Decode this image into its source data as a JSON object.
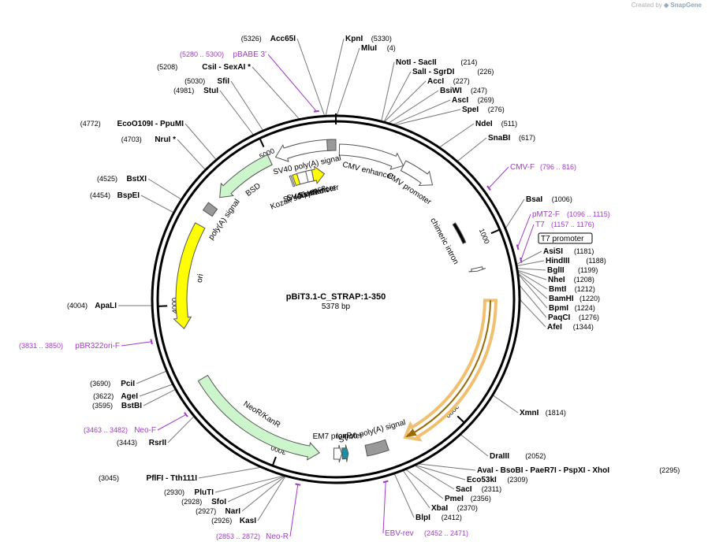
{
  "credit": {
    "prefix": "Created by",
    "brand": "SnapGene"
  },
  "plasmid": {
    "name": "pBiT3.1-C_STRAP:1-350",
    "length_label": "5378 bp",
    "length": 5378
  },
  "ticks": [
    {
      "bp": 1000,
      "label": "1000"
    },
    {
      "bp": 2000,
      "label": "2000"
    },
    {
      "bp": 3000,
      "label": "3000"
    },
    {
      "bp": 4000,
      "label": "4000"
    },
    {
      "bp": 5000,
      "label": "5000"
    }
  ],
  "features": [
    {
      "name": "CMV enhancer",
      "start": 20,
      "end": 400,
      "shape": "arrow",
      "dir": 1,
      "color": "#ffffff",
      "label": "CMV enhancer"
    },
    {
      "name": "CMV promoter",
      "start": 400,
      "end": 600,
      "shape": "arrow",
      "dir": 1,
      "color": "#ffffff",
      "label": "CMV promoter"
    },
    {
      "name": "chimeric intron",
      "start": 857,
      "end": 990,
      "shape": "bar",
      "dir": 0,
      "color": "#000000",
      "label": "chimeric intron"
    },
    {
      "name": "T7 promoter",
      "start": 1157,
      "end": 1176,
      "shape": "arrow",
      "dir": 1,
      "color": "#ffffff",
      "label": ""
    },
    {
      "name": "insert",
      "start": 1350,
      "end": 2290,
      "shape": "arrow",
      "dir": 1,
      "color": "#f5a623",
      "label": ""
    },
    {
      "name": "SV40 poly(A) signal",
      "start": 2400,
      "end": 2520,
      "shape": "box",
      "dir": 0,
      "color": "#999999",
      "label": "SV40 poly(A) signal"
    },
    {
      "name": "loxP",
      "start": 2620,
      "end": 2654,
      "shape": "arrow",
      "dir": -1,
      "color": "#1a8fa0",
      "label": "loxP"
    },
    {
      "name": "EM7 promoter",
      "start": 2656,
      "end": 2700,
      "shape": "arrow",
      "dir": -1,
      "color": "#ffffff",
      "label": "EM7 promoter"
    },
    {
      "name": "NeoR/KanR",
      "start": 2780,
      "end": 3575,
      "shape": "arrow",
      "dir": -1,
      "color": "#ccf5cc",
      "label": "NeoR/KanR"
    },
    {
      "name": "ori",
      "start": 3870,
      "end": 4460,
      "shape": "arrow",
      "dir": -1,
      "color": "#ffff00",
      "label": "ori"
    },
    {
      "name": "poly(A) signal",
      "start": 4540,
      "end": 4590,
      "shape": "box",
      "dir": 0,
      "color": "#999999",
      "label": "poly(A) signal"
    },
    {
      "name": "BSD",
      "start": 4650,
      "end": 5000,
      "shape": "arrow",
      "dir": -1,
      "color": "#ccf5cc",
      "label": "BSD"
    },
    {
      "name": "SV40 poly(A) signal 2",
      "start": 5035,
      "end": 5360,
      "shape": "arrow",
      "dir": -1,
      "color": "#ffffff",
      "label": "SV40 poly(A) signal"
    },
    {
      "name": "SV40 polyA box",
      "start": 5330,
      "end": 5378,
      "shape": "box",
      "dir": 0,
      "color": "#999999",
      "label": ""
    },
    {
      "name": "SV40 promoter",
      "start": 5090,
      "end": 5300,
      "shape": "arrow",
      "dir": 1,
      "color": "#ffff00",
      "label": "SV40 promoter"
    },
    {
      "name": "SV40 enhancer",
      "start": 5120,
      "end": 5220,
      "shape": "box",
      "dir": 0,
      "color": "#ffffff",
      "label": "SV40 enhancer"
    },
    {
      "name": "SV40 ori",
      "start": 5180,
      "end": 5220,
      "shape": "box",
      "dir": 0,
      "color": "#ffffff",
      "label": "SV40 ori"
    },
    {
      "name": "Kozak sequence",
      "start": 5070,
      "end": 5080,
      "shape": "box",
      "dir": 0,
      "color": "#ffffff",
      "label": "Kozak sequence"
    }
  ],
  "enzymes": [
    {
      "name": "Acc65I",
      "pos": "(5326)",
      "bp": 5326
    },
    {
      "name": "KpnI",
      "pos": "(5330)",
      "bp": 5330
    },
    {
      "name": "MluI",
      "pos": "(4)",
      "bp": 4
    },
    {
      "name": "NotI - SacII",
      "pos": "(214)",
      "bp": 214
    },
    {
      "name": "SalI - SgrDI",
      "pos": "(226)",
      "bp": 226
    },
    {
      "name": "AccI",
      "pos": "(227)",
      "bp": 227
    },
    {
      "name": "BsiWI",
      "pos": "(247)",
      "bp": 247
    },
    {
      "name": "AscI",
      "pos": "(269)",
      "bp": 269
    },
    {
      "name": "SpeI",
      "pos": "(276)",
      "bp": 276
    },
    {
      "name": "NdeI",
      "pos": "(511)",
      "bp": 511
    },
    {
      "name": "SnaBI",
      "pos": "(617)",
      "bp": 617
    },
    {
      "name": "BsaI",
      "pos": "(1006)",
      "bp": 1006
    },
    {
      "name": "AsiSI",
      "pos": "(1181)",
      "bp": 1181
    },
    {
      "name": "HindIII",
      "pos": "(1188)",
      "bp": 1188
    },
    {
      "name": "BglII",
      "pos": "(1199)",
      "bp": 1199
    },
    {
      "name": "NheI",
      "pos": "(1208)",
      "bp": 1208
    },
    {
      "name": "BmtI",
      "pos": "(1212)",
      "bp": 1212
    },
    {
      "name": "BamHI",
      "pos": "(1220)",
      "bp": 1220
    },
    {
      "name": "BpmI",
      "pos": "(1224)",
      "bp": 1224
    },
    {
      "name": "PaqCI",
      "pos": "(1276)",
      "bp": 1276
    },
    {
      "name": "AfeI",
      "pos": "(1344)",
      "bp": 1344
    },
    {
      "name": "XmnI",
      "pos": "(1814)",
      "bp": 1814
    },
    {
      "name": "DraIII",
      "pos": "(2052)",
      "bp": 2052
    },
    {
      "name": "AvaI - BsoBI - PaeR7I - PspXI - XhoI",
      "pos": "(2295)",
      "bp": 2295
    },
    {
      "name": "Eco53kI",
      "pos": "(2309)",
      "bp": 2309
    },
    {
      "name": "SacI",
      "pos": "(2311)",
      "bp": 2311
    },
    {
      "name": "PmeI",
      "pos": "(2356)",
      "bp": 2356
    },
    {
      "name": "XbaI",
      "pos": "(2370)",
      "bp": 2370
    },
    {
      "name": "BlpI",
      "pos": "(2412)",
      "bp": 2412
    },
    {
      "name": "KasI",
      "pos": "(2926)",
      "bp": 2926
    },
    {
      "name": "NarI",
      "pos": "(2927)",
      "bp": 2927
    },
    {
      "name": "SfoI",
      "pos": "(2928)",
      "bp": 2928
    },
    {
      "name": "PluTI",
      "pos": "(2930)",
      "bp": 2930
    },
    {
      "name": "PflFI - Tth111I",
      "pos": "(3045)",
      "bp": 3045
    },
    {
      "name": "RsrII",
      "pos": "(3443)",
      "bp": 3443
    },
    {
      "name": "BstBI",
      "pos": "(3595)",
      "bp": 3595
    },
    {
      "name": "AgeI",
      "pos": "(3622)",
      "bp": 3622
    },
    {
      "name": "PciI",
      "pos": "(3690)",
      "bp": 3690
    },
    {
      "name": "ApaLI",
      "pos": "(4004)",
      "bp": 4004
    },
    {
      "name": "BspEI",
      "pos": "(4454)",
      "bp": 4454
    },
    {
      "name": "BstXI",
      "pos": "(4525)",
      "bp": 4525
    },
    {
      "name": "NruI *",
      "pos": "(4703)",
      "bp": 4703
    },
    {
      "name": "EcoO109I - PpuMI",
      "pos": "(4772)",
      "bp": 4772
    },
    {
      "name": "StuI",
      "pos": "(4981)",
      "bp": 4981
    },
    {
      "name": "SfiI",
      "pos": "(5030)",
      "bp": 5030
    },
    {
      "name": "CsiI - SexAI *",
      "pos": "(5208)",
      "bp": 5208
    },
    {
      "name": "SfiI",
      "pos": "(5030)",
      "bp": 5030
    }
  ],
  "primers": [
    {
      "name": "pBABE 3'",
      "pos": "(5280 .. 5300)",
      "bp": 5290
    },
    {
      "name": "CMV-F",
      "pos": "(796 .. 816)",
      "bp": 806
    },
    {
      "name": "pMT2-F",
      "pos": "(1096 .. 1115)",
      "bp": 1105
    },
    {
      "name": "T7",
      "pos": "(1157 .. 1176)",
      "bp": 1166
    },
    {
      "name": "EBV-rev",
      "pos": "(2452 .. 2471)",
      "bp": 2461
    },
    {
      "name": "Neo-R",
      "pos": "(2853 .. 2872)",
      "bp": 2862
    },
    {
      "name": "Neo-F",
      "pos": "(3463 .. 3482)",
      "bp": 3472
    },
    {
      "name": "pBR322ori-F",
      "pos": "(3831 .. 3850)",
      "bp": 3840
    }
  ],
  "t7_box_label": "T7 promoter"
}
